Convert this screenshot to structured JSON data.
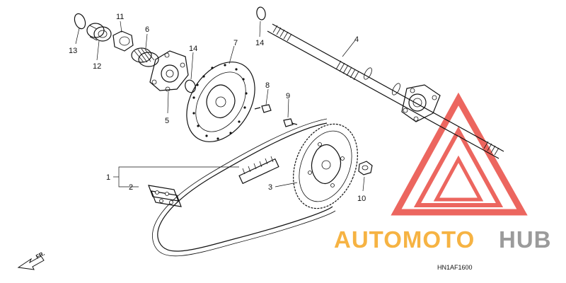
{
  "diagram": {
    "callouts": {
      "p1": "1",
      "p2": "2",
      "p3": "3",
      "p4": "4",
      "p5": "5",
      "p6": "6",
      "p7": "7",
      "p8": "8",
      "p9": "9",
      "p10": "10",
      "p11": "11",
      "p12": "12",
      "p13": "13",
      "p14a": "14",
      "p14b": "14"
    },
    "direction_label": "FR.",
    "diagram_code": "HN1AF1600"
  },
  "watermark": {
    "word_left": "AUTOMOTO",
    "word_right": "HUB",
    "color_left": "#f5a623",
    "color_right": "#8a8a8a",
    "logo_color": "#e8453c"
  }
}
